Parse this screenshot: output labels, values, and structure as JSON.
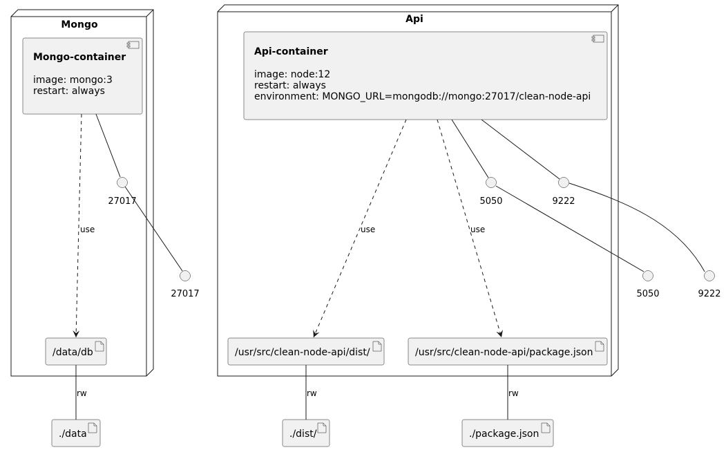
{
  "nodes": {
    "mongo": {
      "title": "Mongo"
    },
    "api": {
      "title": "Api"
    }
  },
  "components": {
    "mongo_container": {
      "title": "Mongo-container",
      "lines": [
        "image: mongo:3",
        "restart: always"
      ]
    },
    "api_container": {
      "title": "Api-container",
      "lines": [
        "image: node:12",
        "restart: always",
        "environment: MONGO_URL=mongodb://mongo:27017/clean-node-api"
      ]
    }
  },
  "ports": {
    "mongo_inner": "27017",
    "mongo_outer": "27017",
    "api_5050_inner": "5050",
    "api_9222_inner": "9222",
    "api_5050_outer": "5050",
    "api_9222_outer": "9222"
  },
  "artifacts": {
    "data_db": "/data/db",
    "dist_inner": "/usr/src/clean-node-api/dist/",
    "package_inner": "/usr/src/clean-node-api/package.json",
    "data_host": "./data",
    "dist_host": "./dist/",
    "package_host": "./package.json"
  },
  "edges": {
    "mongo_use": "use",
    "api_use_dist": "use",
    "api_use_package": "use",
    "rw_data": "rw",
    "rw_dist": "rw",
    "rw_package": "rw"
  },
  "colors": {
    "fill": "#F1F1F1",
    "stroke": "#181818",
    "background": "#FFFFFF"
  }
}
